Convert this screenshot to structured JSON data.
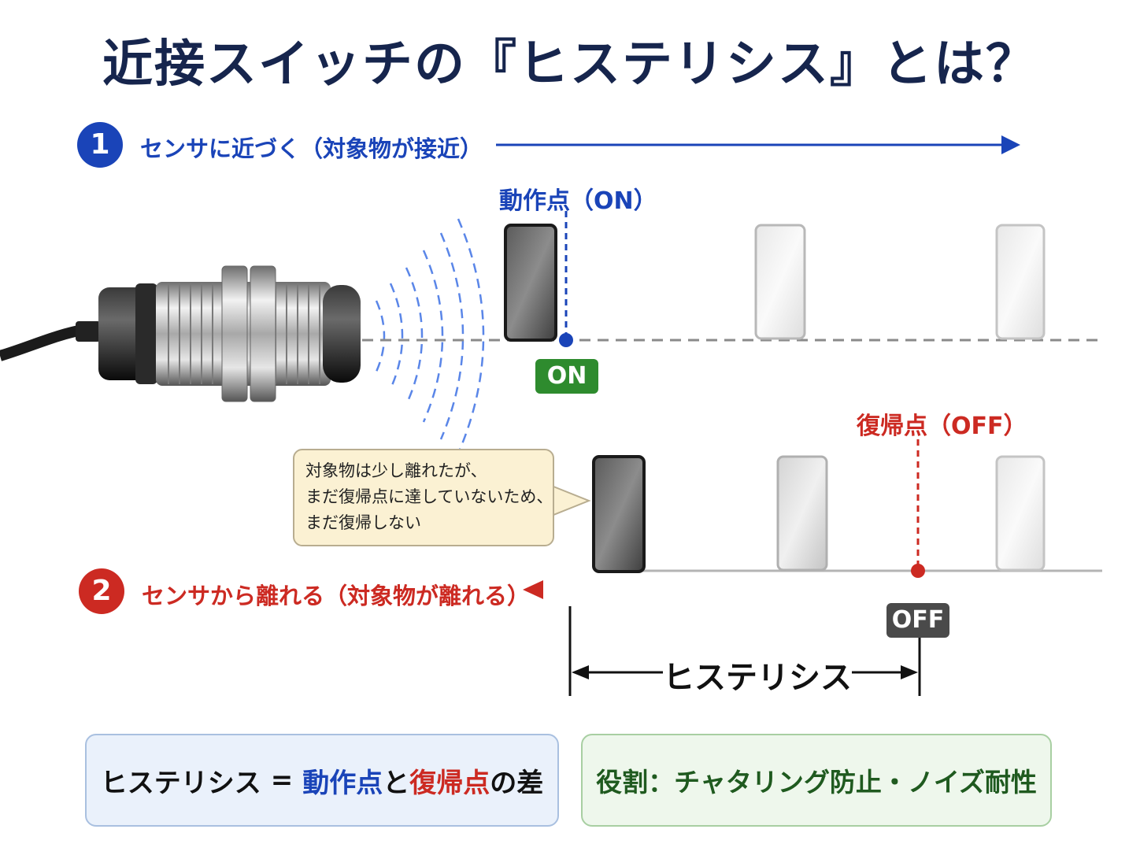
{
  "title": "近接スイッチの『ヒステリシス』とは？",
  "step1": {
    "number": "1",
    "label": "センサに近づく（対象物が接近）"
  },
  "step2": {
    "number": "2",
    "label": "センサから離れる（対象物が離れる）"
  },
  "operate_point": {
    "label": "動作点（ON）",
    "tag": "ON"
  },
  "release_point": {
    "label": "復帰点（OFF）",
    "tag": "OFF"
  },
  "callout": [
    "対象物は少し離れたが、",
    "まだ復帰点に達していないため、",
    "まだ復帰しない"
  ],
  "hysteresis_label": "ヒステリシス",
  "summary_left": {
    "term": "ヒステリシス",
    "eq": "=",
    "operate": "動作点",
    "and": "と",
    "release": "復帰点",
    "suffix": "の差"
  },
  "summary_right": "役割：チャタリング防止・ノイズ耐性",
  "colors": {
    "title": "#16254d",
    "blue": "#1a44b8",
    "red": "#cc2a22",
    "green": "#2e8b2e",
    "dark_tag": "#4a4a4a"
  }
}
